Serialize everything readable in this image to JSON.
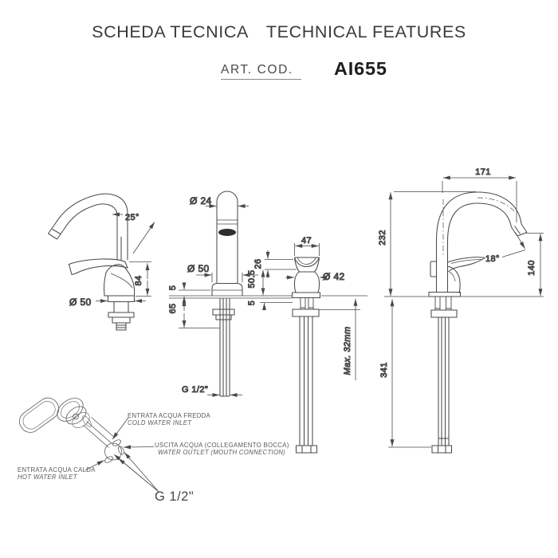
{
  "header": {
    "title_primary": "SCHEDA TECNICA",
    "title_secondary": "TECHNICAL FEATURES",
    "art_code_label": "ART. COD.",
    "art_code_value": "AI655"
  },
  "colors": {
    "line": "#4a4a4a",
    "dim_text": "#4f4f4f",
    "title_text": "#3a3a3a",
    "outlet_fill": "#2e2e2e"
  },
  "views": {
    "side_left": {
      "spout_angle": "25°",
      "body_height": "84",
      "base_diameter": "Ø 50"
    },
    "front": {
      "spout_diameter": "Ø 24",
      "base_diameter": "Ø 50",
      "plate_height": "5",
      "shank_length": "65",
      "thread_label": "G 1/2\""
    },
    "back": {
      "handle_width": "47",
      "handle_height": "26",
      "body_height": "50.5",
      "plate_offset": "5",
      "body_diameter": "Ø 42",
      "max_counter_thickness": "Max. 32mm"
    },
    "side_right": {
      "spout_reach": "171",
      "spout_height": "232",
      "outlet_angle": "18°",
      "outlet_height": "140",
      "shank_height": "341"
    }
  },
  "exploded": {
    "cold_inlet_line1": "ENTRATA ACQUA FREDDA",
    "cold_inlet_line2": "COLD WATER INLET",
    "outlet_line1": "USCITA ACQUA (COLLEGAMENTO BOCCA)",
    "outlet_line2": "WATER OUTLET (MOUTH CONNECTION)",
    "hot_inlet_line1": "ENTRATA ACQUA CALDA",
    "hot_inlet_line2": "HOT WATER INLET",
    "thread_label": "G 1/2\""
  }
}
